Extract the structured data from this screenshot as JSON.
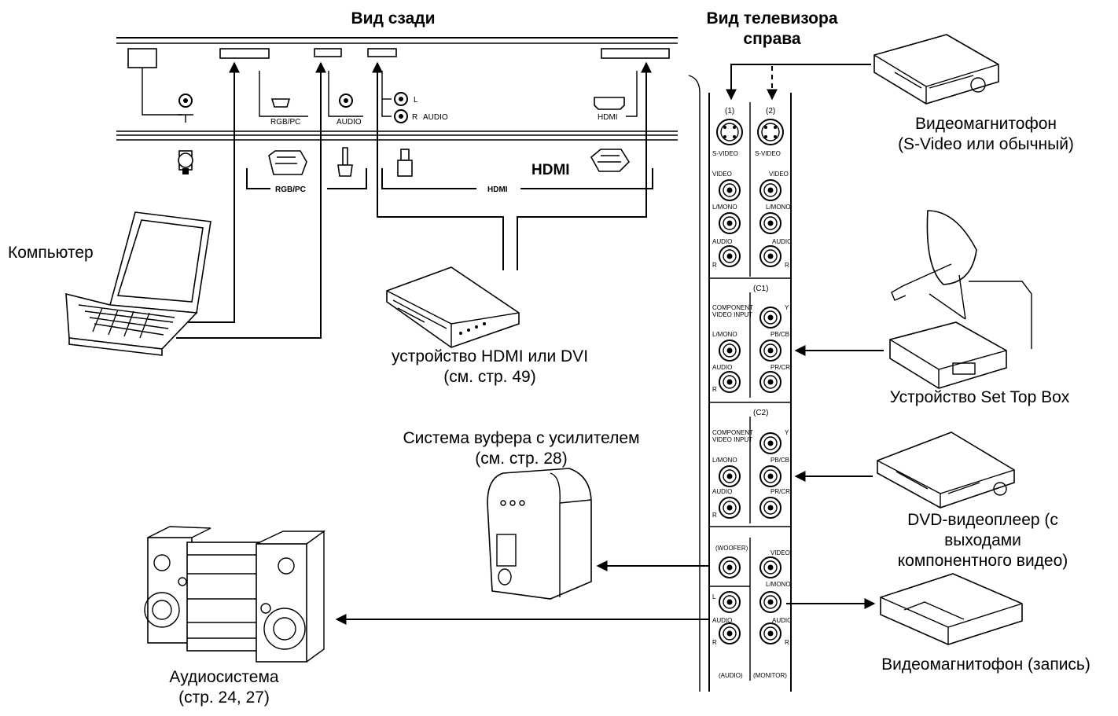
{
  "headings": {
    "rear_view": "Вид сзади",
    "side_view_line1": "Вид телевизора",
    "side_view_line2": "справа"
  },
  "rear_panel": {
    "rgbpc": "RGB/PC",
    "audio": "AUDIO",
    "l": "L",
    "r": "R",
    "audio2": "AUDIO",
    "hdmi": "HDMI",
    "bracket_rgbpc": "RGB/PC",
    "bracket_hdmi": "HDMI",
    "hdmi_logo": "HDMI"
  },
  "side_panel": {
    "in1": "(1)",
    "in2": "(2)",
    "svideo1": "S-VIDEO",
    "svideo2": "S-VIDEO",
    "video1": "VIDEO",
    "video2": "VIDEO",
    "lmono1": "L/MONO",
    "lmono2": "L/MONO",
    "audio1": "AUDIO",
    "audio2": "AUDIO",
    "r1": "R",
    "r2": "R",
    "c1": "(C1)",
    "comp1_line1": "COMPONENT",
    "comp1_line2": "VIDEO INPUT",
    "y1": "Y",
    "pb1": "PB/CB",
    "lmono_c1": "L/MONO",
    "audio_c1": "AUDIO",
    "pr1": "PR/CR",
    "r_c1": "R",
    "c2": "(C2)",
    "comp2_line1": "COMPONENT",
    "comp2_line2": "VIDEO INPUT",
    "y2": "Y",
    "pb2": "PB/CB",
    "lmono_c2": "L/MONO",
    "audio_c2": "AUDIO",
    "pr2": "PR/CR",
    "r_c2": "R",
    "woofer": "(WOOFER)",
    "video_out": "VIDEO",
    "l_out": "L",
    "lmono_out": "L/MONO",
    "audio_out": "AUDIO",
    "audio_out2": "AUDIO",
    "r_out": "R",
    "r_out2": "R",
    "audio_bottom": "(AUDIO)",
    "monitor_bottom": "(MONITOR)"
  },
  "devices": {
    "computer": "Компьютер",
    "hdmi_line1": "устройство HDMI или DVI",
    "hdmi_line2": "(см. стр. 49)",
    "woofer_line1": "Система вуфера с усилителем",
    "woofer_line2": "(см. стр. 28)",
    "audio_line1": "Аудиосистема",
    "audio_line2": "(стр. 24, 27)",
    "vcr_line1": "Видеомагнитофон",
    "vcr_line2": "(S-Video или обычный)",
    "stb": "Устройство Set Top Box",
    "dvd_line1": "DVD-видеоплеер (с",
    "dvd_line2": "выходами",
    "dvd_line3": "компонентного видео)",
    "vcr_rec": "Видеомагнитофон (запись)"
  }
}
